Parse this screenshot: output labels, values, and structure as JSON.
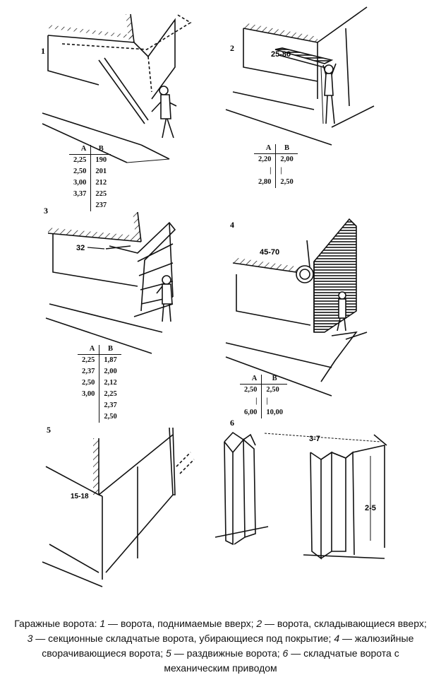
{
  "figures": [
    {
      "number": "1",
      "table": {
        "headers": [
          "A",
          "B"
        ],
        "rows": [
          [
            "2,25",
            "190"
          ],
          [
            "2,50",
            "201"
          ],
          [
            "3,00",
            "212"
          ],
          [
            "3,37",
            "225"
          ],
          [
            "",
            "237"
          ]
        ]
      }
    },
    {
      "number": "2",
      "dimension": "25-80",
      "table": {
        "headers": [
          "A",
          "B"
        ],
        "rows": [
          [
            "2,20",
            "2,00"
          ],
          [
            "|",
            "|"
          ],
          [
            "2,80",
            "2,50"
          ]
        ]
      }
    },
    {
      "number": "3",
      "dimension": "32",
      "table": {
        "headers": [
          "A",
          "B"
        ],
        "rows": [
          [
            "2,25",
            "1,87"
          ],
          [
            "2,37",
            "2,00"
          ],
          [
            "2,50",
            "2,12"
          ],
          [
            "3,00",
            "2,25"
          ],
          [
            "",
            "2,37"
          ],
          [
            "",
            "2,50"
          ]
        ]
      }
    },
    {
      "number": "4",
      "dimension": "45-70",
      "table": {
        "headers": [
          "A",
          "B"
        ],
        "rows": [
          [
            "2,50",
            "2,50"
          ],
          [
            "|",
            "|"
          ],
          [
            "6,00",
            "10,00"
          ]
        ]
      }
    },
    {
      "number": "5",
      "dimension": "15-18"
    },
    {
      "number": "6",
      "dimension_width": "3-7",
      "dimension_height": "2-5"
    }
  ],
  "caption": {
    "title": "Гаражные ворота: ",
    "items": [
      {
        "num": "1",
        "text": " — ворота, поднимаемые вверх; "
      },
      {
        "num": "2",
        "text": " — ворота, складывающиеся вверх; "
      },
      {
        "num": "3",
        "text": " — секционные складчатые ворота, убирающиеся под покрытие; "
      },
      {
        "num": "4",
        "text": " — жалюзийные сворачивающиеся ворота; "
      },
      {
        "num": "5",
        "text": " — раздвижные ворота; "
      },
      {
        "num": "6",
        "text": " — складчатые ворота с механическим приводом"
      }
    ]
  }
}
